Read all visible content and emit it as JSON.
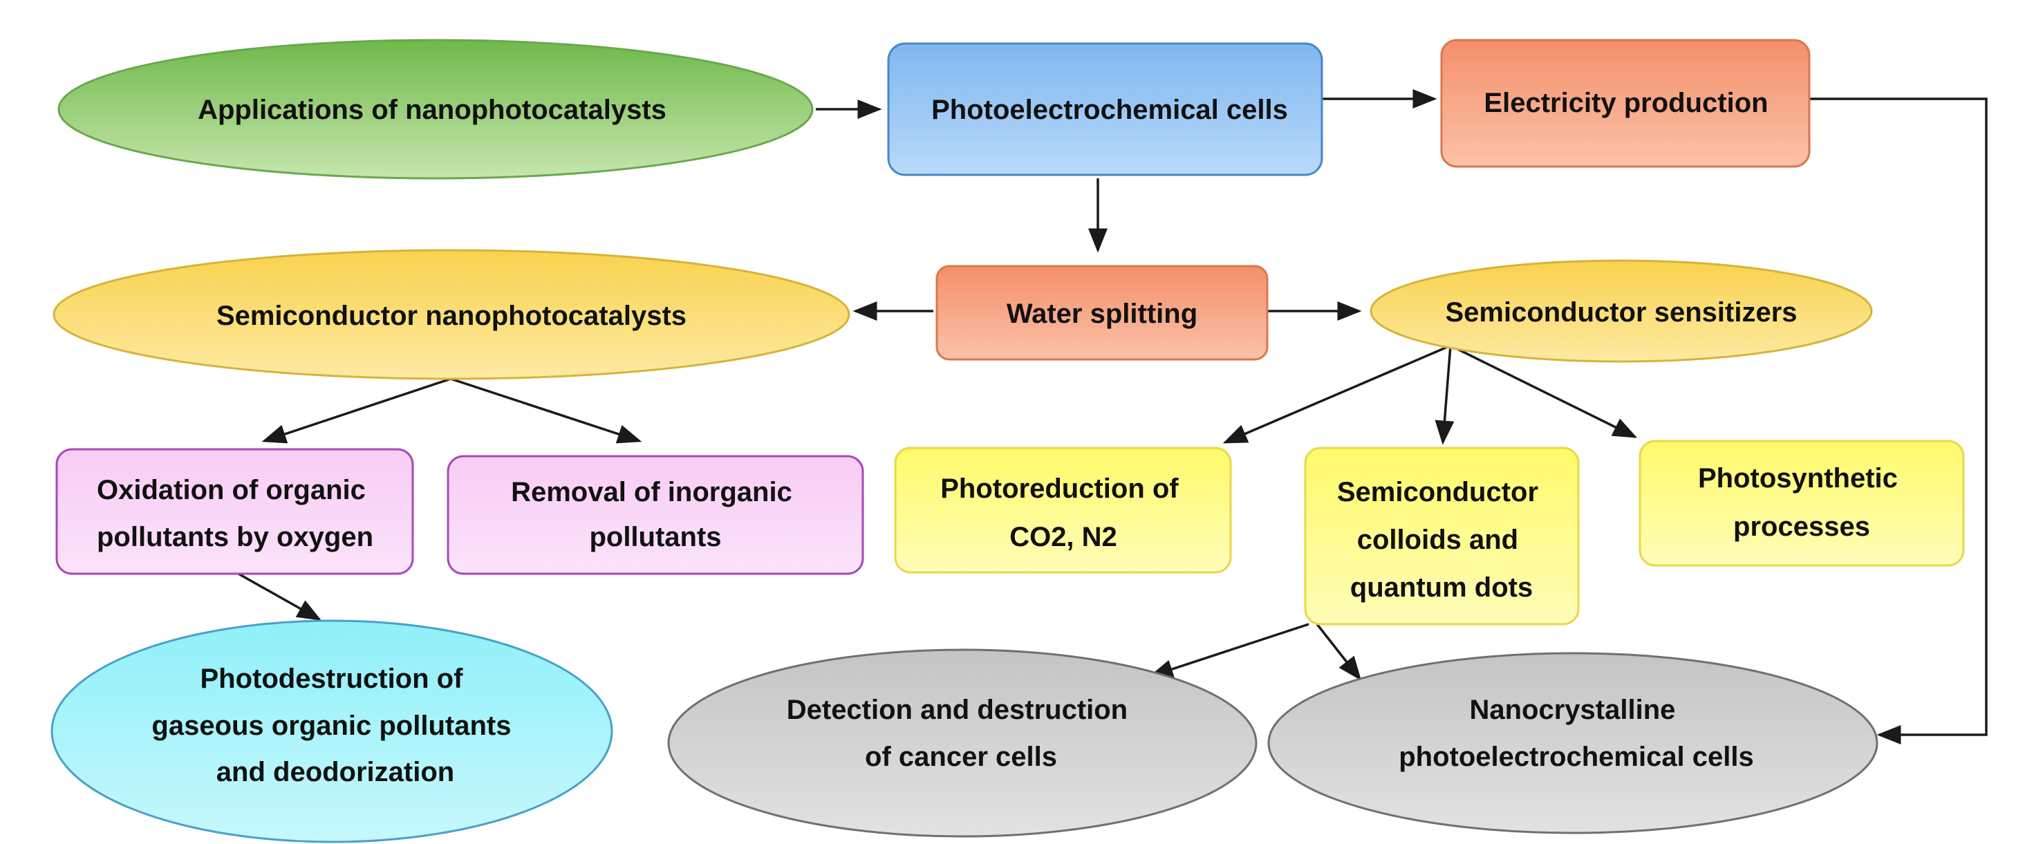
{
  "nodes": {
    "applications": {
      "lines": [
        "Applications  of nanophotocatalysts"
      ]
    },
    "photoelectrochemical_cells": {
      "lines": [
        "Photoelectrochemical  cells"
      ]
    },
    "electricity_production": {
      "lines": [
        "Electricity  production"
      ]
    },
    "water_splitting": {
      "lines": [
        "Water  splitting"
      ]
    },
    "semiconductor_nanophotocatalysts": {
      "lines": [
        "Semiconductor  nanophotocatalysts"
      ]
    },
    "semiconductor_sensitizers": {
      "lines": [
        "Semiconductor  sensitizers"
      ]
    },
    "oxidation_organic": {
      "lines": [
        "Oxidation of organic",
        "pollutants by oxygen"
      ]
    },
    "removal_inorganic": {
      "lines": [
        "Removal of inorganic",
        "pollutants"
      ]
    },
    "photoreduction": {
      "lines": [
        "Photoreduction of",
        "CO2, N2"
      ]
    },
    "colloids_quantum_dots": {
      "lines": [
        "Semiconductor",
        "colloids and",
        "quantum dots"
      ]
    },
    "photosynthetic": {
      "lines": [
        "Photosynthetic",
        "processes"
      ]
    },
    "photodestruction": {
      "lines": [
        "Photodestruction of",
        "gaseous organic pollutants",
        "and deodorization"
      ]
    },
    "cancer_cells": {
      "lines": [
        "Detection and destruction",
        "of cancer cells"
      ]
    },
    "nanocrystalline": {
      "lines": [
        "Nanocrystalline",
        "photoelectrochemical  cells"
      ]
    }
  },
  "colors": {
    "green_fill": "#a9d58d",
    "green_stroke": "#6aa84f",
    "blue_fill": "#9ec9f5",
    "blue_stroke": "#4a86c8",
    "orange_fill": "#f7a98a",
    "orange_stroke": "#d9784f",
    "yellow_ellipse_fill": "#fbe07a",
    "yellow_ellipse_stroke": "#d6b43a",
    "yellow_box_fill": "#fffd8a",
    "yellow_box_stroke": "#e8d84a",
    "pink_fill": "#f9d6f7",
    "pink_stroke": "#a44ab8",
    "cyan_fill": "#a9f4fb",
    "cyan_stroke": "#4aa0c8",
    "gray_fill": "#d2d2d2",
    "gray_stroke": "#707070"
  }
}
